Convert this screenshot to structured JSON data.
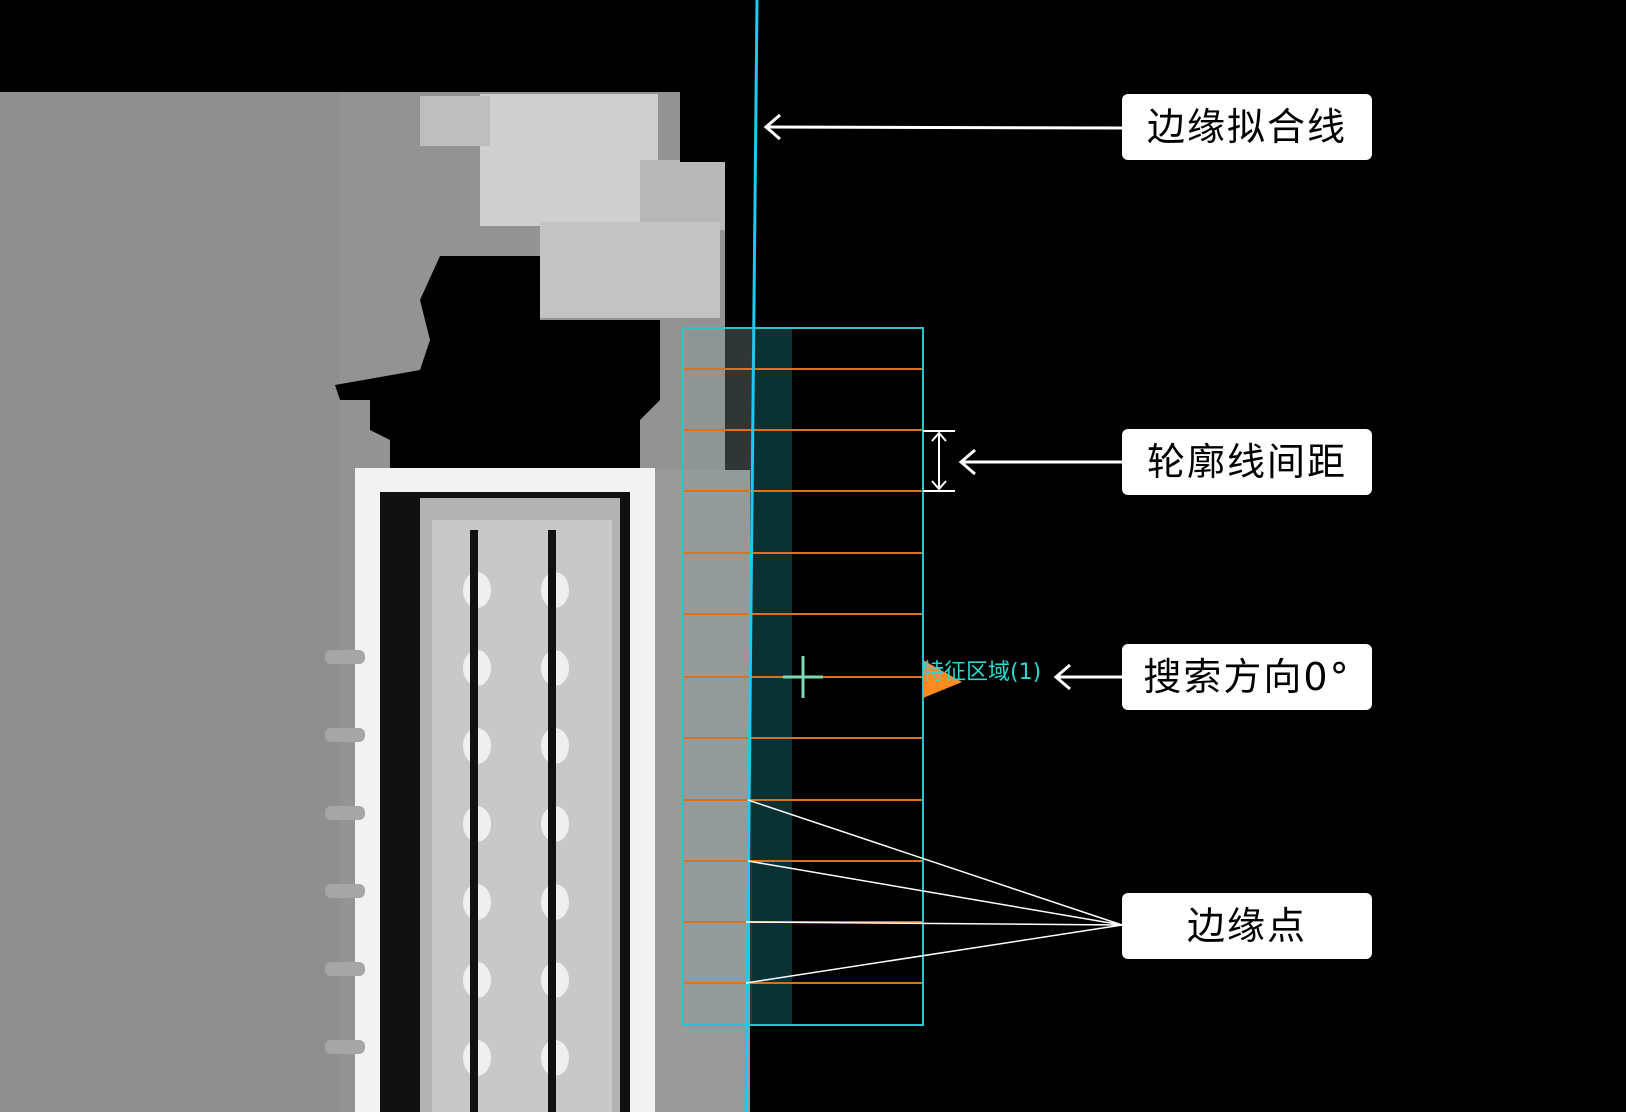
{
  "annotations": {
    "fit_line": "边缘拟合线",
    "contour_spacing": "轮廓线间距",
    "search_direction": "搜索方向0°",
    "edge_points": "边缘点"
  },
  "roi": {
    "label": "特征区域(1)"
  },
  "colors": {
    "fit_line": "#1ec8f0",
    "roi_border": "#2ec3cc",
    "scan_line": "#d9731a",
    "direction_arrow": "#ff8a1f",
    "roi_label": "#2fd6d0",
    "callout_bg": "#ffffff"
  }
}
